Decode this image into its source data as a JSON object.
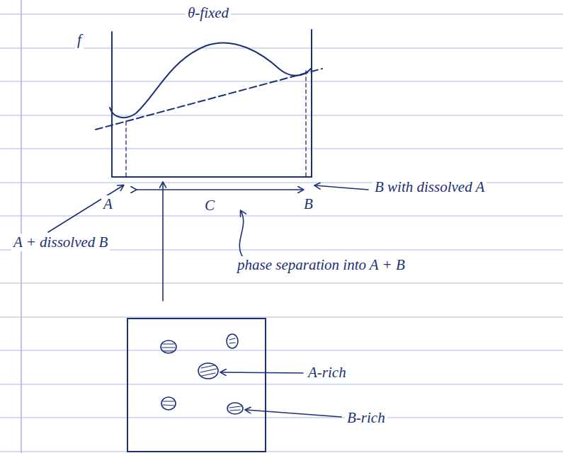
{
  "diagram": {
    "title": "θ-fixed",
    "labels": [
      "f",
      "A",
      "C",
      "B",
      "B with dissolved A",
      "A + dissolved B",
      "phase separation into A + B",
      "A-rich",
      "B-rich"
    ]
  }
}
